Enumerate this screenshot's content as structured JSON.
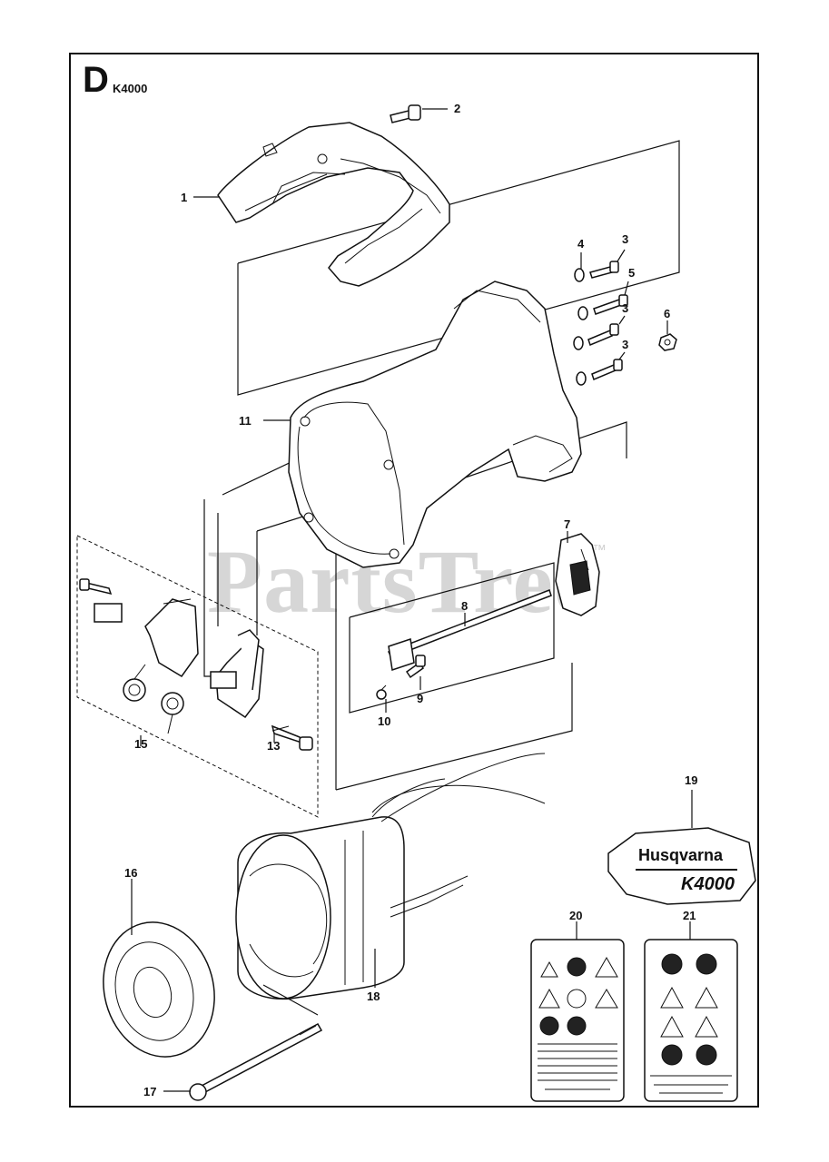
{
  "header": {
    "section_letter": "D",
    "model": "K4000"
  },
  "watermark": {
    "text": "PartsTree",
    "trademark": "™"
  },
  "callouts": [
    {
      "id": "1",
      "label": "1"
    },
    {
      "id": "2",
      "label": "2"
    },
    {
      "id": "3a",
      "label": "3"
    },
    {
      "id": "3b",
      "label": "3"
    },
    {
      "id": "3c",
      "label": "3"
    },
    {
      "id": "4",
      "label": "4"
    },
    {
      "id": "5",
      "label": "5"
    },
    {
      "id": "6",
      "label": "6"
    },
    {
      "id": "7",
      "label": "7"
    },
    {
      "id": "8",
      "label": "8"
    },
    {
      "id": "9",
      "label": "9"
    },
    {
      "id": "10",
      "label": "10"
    },
    {
      "id": "11",
      "label": "11"
    },
    {
      "id": "13",
      "label": "13"
    },
    {
      "id": "15",
      "label": "15"
    },
    {
      "id": "16",
      "label": "16"
    },
    {
      "id": "17",
      "label": "17"
    },
    {
      "id": "18",
      "label": "18"
    },
    {
      "id": "19",
      "label": "19"
    },
    {
      "id": "20",
      "label": "20"
    },
    {
      "id": "21",
      "label": "21"
    }
  ],
  "decal": {
    "brand": "Husqvarna",
    "model": "K4000"
  },
  "colors": {
    "line": "#111111",
    "watermark": "#d6d6d6"
  }
}
